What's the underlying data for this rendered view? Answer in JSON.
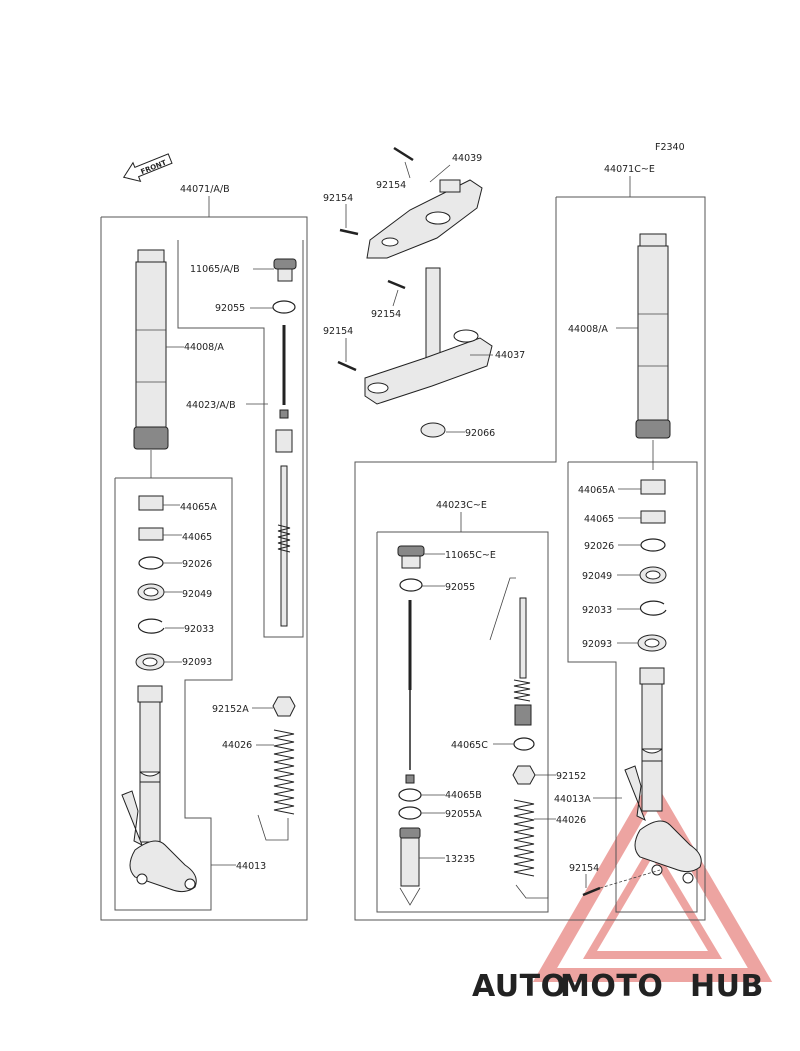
{
  "diagram": {
    "figure_code": "F2340",
    "front_label": "FRONT",
    "callouts": {
      "left_assy": "44071/A/B",
      "right_assy": "44071C~E",
      "l_44008": "44008/A",
      "l_11065": "11065/A/B",
      "l_92055": "92055",
      "l_44023": "44023/A/B",
      "l_44065A": "44065A",
      "l_44065": "44065",
      "l_92026": "92026",
      "l_92049": "92049",
      "l_92033": "92033",
      "l_92093": "92093",
      "l_92152A": "92152A",
      "l_44026": "44026",
      "l_44013": "44013",
      "t_44039": "44039",
      "t_92154_a": "92154",
      "t_92154_b": "92154",
      "t_92154_c": "92154",
      "t_92154_d": "92154",
      "t_44037": "44037",
      "t_92066": "92066",
      "m_44023CE": "44023C~E",
      "m_11065CE": "11065C~E",
      "m_92055": "92055",
      "m_44065C": "44065C",
      "m_92152": "92152",
      "m_44065B": "44065B",
      "m_92055A": "92055A",
      "m_44026": "44026",
      "m_13235": "13235",
      "r_44008": "44008/A",
      "r_44065A": "44065A",
      "r_44065": "44065",
      "r_92026": "92026",
      "r_92049": "92049",
      "r_92033": "92033",
      "r_92093": "92093",
      "r_44013A": "44013A",
      "r_92154": "92154"
    }
  },
  "watermark": {
    "part1": "AUTO",
    "part2": "MOTO",
    "part3": "HUB",
    "color1": "#f3a56a",
    "color2": "#e05a56",
    "color3": "#555555"
  }
}
